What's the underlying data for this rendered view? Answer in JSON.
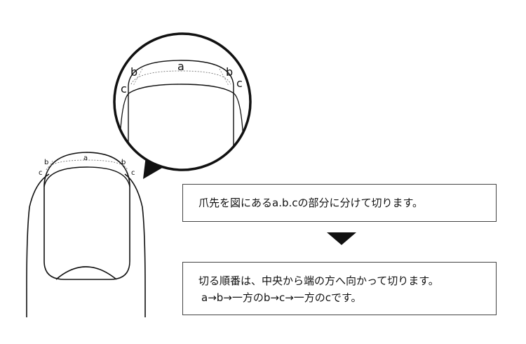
{
  "large_labels": {
    "a": "a",
    "b_left": "b",
    "b_right": "b",
    "c_left": "c",
    "c_right": "c"
  },
  "small_labels": {
    "a": "a",
    "b_left": "b",
    "b_right": "b",
    "c_left": "c",
    "c_right": "c"
  },
  "instruction_1": "爪先を図にあるa.b.cの部分に分けて切ります。",
  "instruction_2": {
    "line1": "切る順番は、中央から端の方へ向かって切ります。",
    "line2": "a→b→一方のb→c→一方のcです。"
  }
}
